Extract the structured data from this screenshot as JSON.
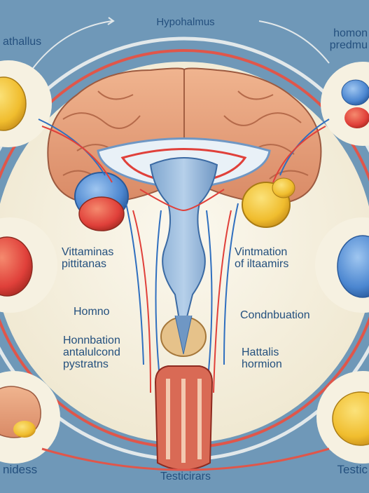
{
  "labels": {
    "top_center": "Hypohalmus",
    "top_left": "athallus",
    "top_right": "homon\npredmu",
    "left_mid": "Vittaminas\npittitanas",
    "right_mid": "Vintmation\nof iltaamirs",
    "left_lower": "Homno",
    "right_lower": "Condnbuation",
    "left_bottom": "Honnbation\nantalulcond\npystratns",
    "right_bottom": "Hattalis\nhormion",
    "bottom_left": "nidess",
    "bottom_center": "Testicirars",
    "bottom_right": "Testic"
  },
  "colors": {
    "background": "#6f98b8",
    "inner_circle": "#f6f1e1",
    "red": "#e0403a",
    "blue": "#2f6fbf",
    "yellow": "#f2c23a",
    "brain": "#e9a07e",
    "text": "#24507e"
  },
  "icons": [
    "brain-icon",
    "gland-yellow-icon",
    "gland-red-icon",
    "gland-blue-icon",
    "pituitary-stalk-icon",
    "testis-icon"
  ]
}
